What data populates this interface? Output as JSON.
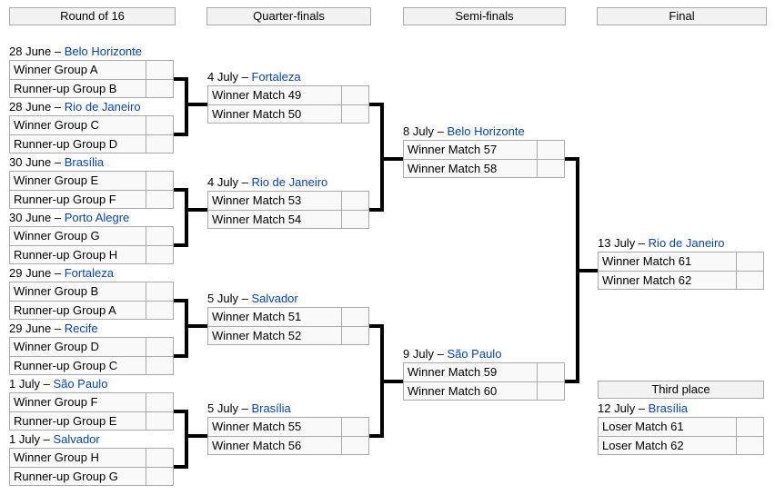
{
  "page": {
    "background": "#ffffff",
    "link_color": "#0645ad",
    "connector_color": "#000000"
  },
  "headers": {
    "round_of_16": "Round of 16",
    "quarter_finals": "Quarter-finals",
    "semi_finals": "Semi-finals",
    "final": "Final",
    "third_place": "Third place"
  },
  "matches": [
    {
      "round": "Round of 16",
      "date": "28 June –",
      "city": "Belo Horizonte",
      "team1": "Winner Group A",
      "team2": "Runner-up Group B",
      "score1": "",
      "score2": ""
    },
    {
      "round": "Round of 16",
      "date": "28 June –",
      "city": "Rio de Janeiro",
      "team1": "Winner Group C",
      "team2": "Runner-up Group D",
      "score1": "",
      "score2": ""
    },
    {
      "round": "Round of 16",
      "date": "30 June –",
      "city": "Brasília",
      "team1": "Winner Group E",
      "team2": "Runner-up Group F",
      "score1": "",
      "score2": ""
    },
    {
      "round": "Round of 16",
      "date": "30 June –",
      "city": "Porto Alegre",
      "team1": "Winner Group G",
      "team2": "Runner-up Group H",
      "score1": "",
      "score2": ""
    },
    {
      "round": "Round of 16",
      "date": "29 June –",
      "city": "Fortaleza",
      "team1": "Winner Group B",
      "team2": "Runner-up Group A",
      "score1": "",
      "score2": ""
    },
    {
      "round": "Round of 16",
      "date": "29 June –",
      "city": "Recife",
      "team1": "Winner Group D",
      "team2": "Runner-up Group C",
      "score1": "",
      "score2": ""
    },
    {
      "round": "Round of 16",
      "date": "1 July –",
      "city": "São Paulo",
      "team1": "Winner Group F",
      "team2": "Runner-up Group E",
      "score1": "",
      "score2": ""
    },
    {
      "round": "Round of 16",
      "date": "1 July –",
      "city": "Salvador",
      "team1": "Winner Group H",
      "team2": "Runner-up Group G",
      "score1": "",
      "score2": ""
    },
    {
      "round": "Quarter-finals",
      "date": "4 July –",
      "city": "Fortaleza",
      "team1": "Winner Match 49",
      "team2": "Winner Match 50",
      "score1": "",
      "score2": ""
    },
    {
      "round": "Quarter-finals",
      "date": "4 July –",
      "city": "Rio de Janeiro",
      "team1": "Winner Match 53",
      "team2": "Winner Match 54",
      "score1": "",
      "score2": ""
    },
    {
      "round": "Quarter-finals",
      "date": "5 July –",
      "city": "Salvador",
      "team1": "Winner Match 51",
      "team2": "Winner Match 52",
      "score1": "",
      "score2": ""
    },
    {
      "round": "Quarter-finals",
      "date": "5 July –",
      "city": "Brasília",
      "team1": "Winner Match 55",
      "team2": "Winner Match 56",
      "score1": "",
      "score2": ""
    },
    {
      "round": "Semi-finals",
      "date": "8 July –",
      "city": "Belo Horizonte",
      "team1": "Winner Match 57",
      "team2": "Winner Match 58",
      "score1": "",
      "score2": ""
    },
    {
      "round": "Semi-finals",
      "date": "9 July –",
      "city": "São Paulo",
      "team1": "Winner Match 59",
      "team2": "Winner Match 60",
      "score1": "",
      "score2": ""
    },
    {
      "round": "Final",
      "date": "13 July –",
      "city": "Rio de Janeiro",
      "team1": "Winner Match 61",
      "team2": "Winner Match 62",
      "score1": "",
      "score2": ""
    },
    {
      "round": "Third place",
      "date": "12 July –",
      "city": "Brasília",
      "team1": "Loser Match 61",
      "team2": "Loser Match 62",
      "score1": "",
      "score2": ""
    }
  ]
}
